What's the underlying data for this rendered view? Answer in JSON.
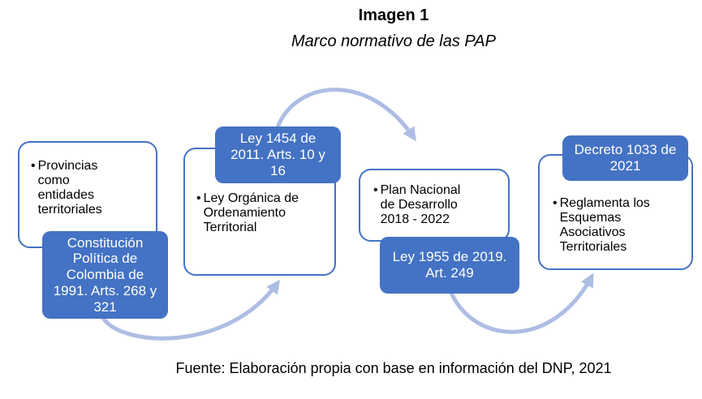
{
  "title": "Imagen 1",
  "subtitle": "Marco normativo de las PAP",
  "footer": "Fuente: Elaboración propia con base en información del DNP, 2021",
  "bullet_char": "•",
  "colors": {
    "accent_blue": "#4472C4",
    "arrow_light_blue": "#AEBDE4",
    "text_dark": "#000000",
    "text_light": "#FFFFFF",
    "background": "#FFFFFF"
  },
  "groups": [
    {
      "name": "constitucion-politica-1991",
      "detail": "Provincias\ncomo\nentidades\nterritoriales",
      "label": "Constitución\nPolítica de\nColombia de\n1991. Arts. 268 y\n321",
      "label_position": "bottom"
    },
    {
      "name": "ley-1454-2011",
      "label": "Ley 1454 de\n2011. Arts. 10 y\n16",
      "detail": "Ley Orgánica de\nOrdenamiento\nTerritorial",
      "label_position": "top"
    },
    {
      "name": "ley-1955-2019",
      "detail": "Plan Nacional\nde Desarrollo\n2018 - 2022",
      "label": "Ley 1955 de 2019.\nArt. 249",
      "label_position": "bottom"
    },
    {
      "name": "decreto-1033-2021",
      "label": "Decreto 1033 de\n2021",
      "detail": "Reglamenta los\nEsquemas\nAsociativos\nTerritoriales",
      "label_position": "top"
    }
  ]
}
